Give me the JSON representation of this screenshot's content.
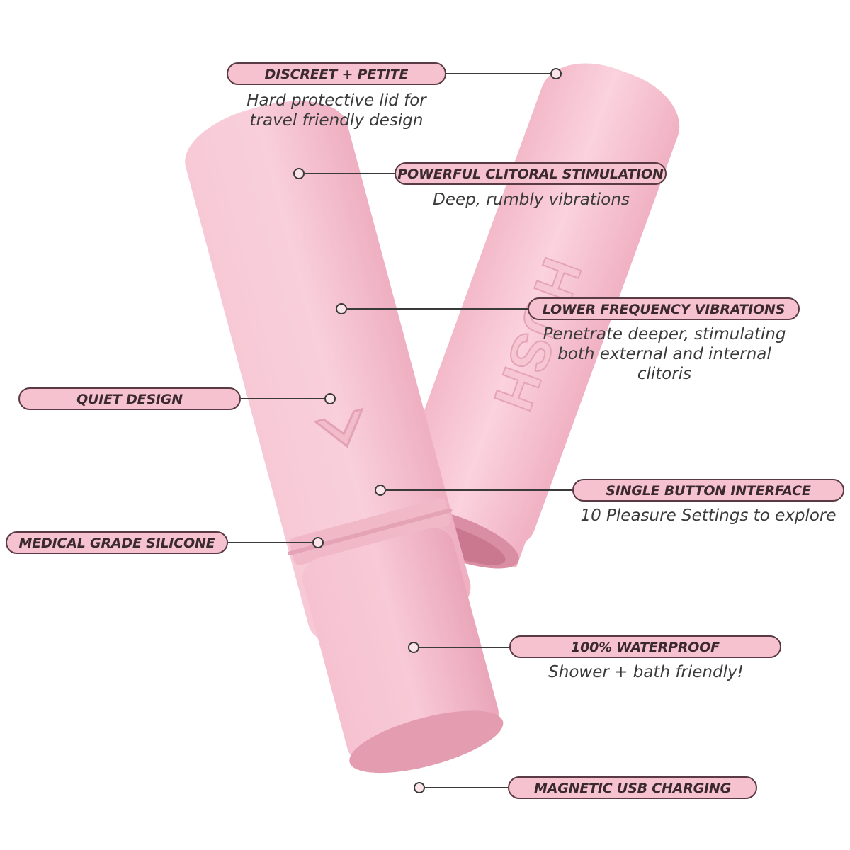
{
  "product": {
    "brand_mark": "HUSH",
    "colors": {
      "silicone": "#f7c5d3",
      "shadow": "#e9a8bb",
      "highlight": "#fddde6",
      "inner": "#d88ba0"
    }
  },
  "callouts": [
    {
      "id": "discreet-petite",
      "title": "DISCREET + PETITE",
      "description": "Hard protective lid for\ntravel friendly design"
    },
    {
      "id": "clitoral-stimulation",
      "title": "POWERFUL CLITORAL STIMULATION",
      "description": "Deep, rumbly vibrations"
    },
    {
      "id": "lower-frequency",
      "title": "LOWER FREQUENCY VIBRATIONS",
      "description": "Penetrate deeper, stimulating\nboth external and internal\nclitoris"
    },
    {
      "id": "quiet-design",
      "title": "QUIET DESIGN",
      "description": ""
    },
    {
      "id": "single-button",
      "title": "SINGLE BUTTON INTERFACE",
      "description": "10 Pleasure Settings to explore"
    },
    {
      "id": "medical-silicone",
      "title": "MEDICAL GRADE SILICONE",
      "description": ""
    },
    {
      "id": "waterproof",
      "title": "100% WATERPROOF",
      "description": "Shower + bath friendly!"
    },
    {
      "id": "usb-charging",
      "title": "MAGNETIC USB CHARGING",
      "description": ""
    }
  ]
}
